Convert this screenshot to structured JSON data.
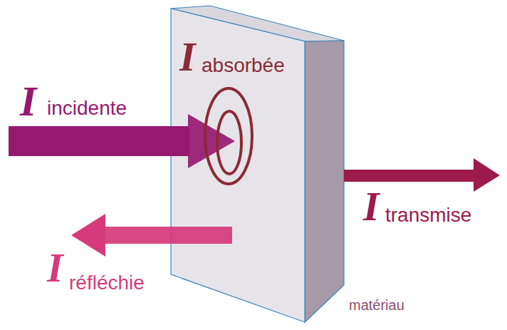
{
  "diagram": {
    "labels": [
      "I",
      "incidente",
      "I",
      "absorbée",
      "I",
      "transmise",
      "I",
      "réfléchie",
      "matériau"
    ]
  }
}
